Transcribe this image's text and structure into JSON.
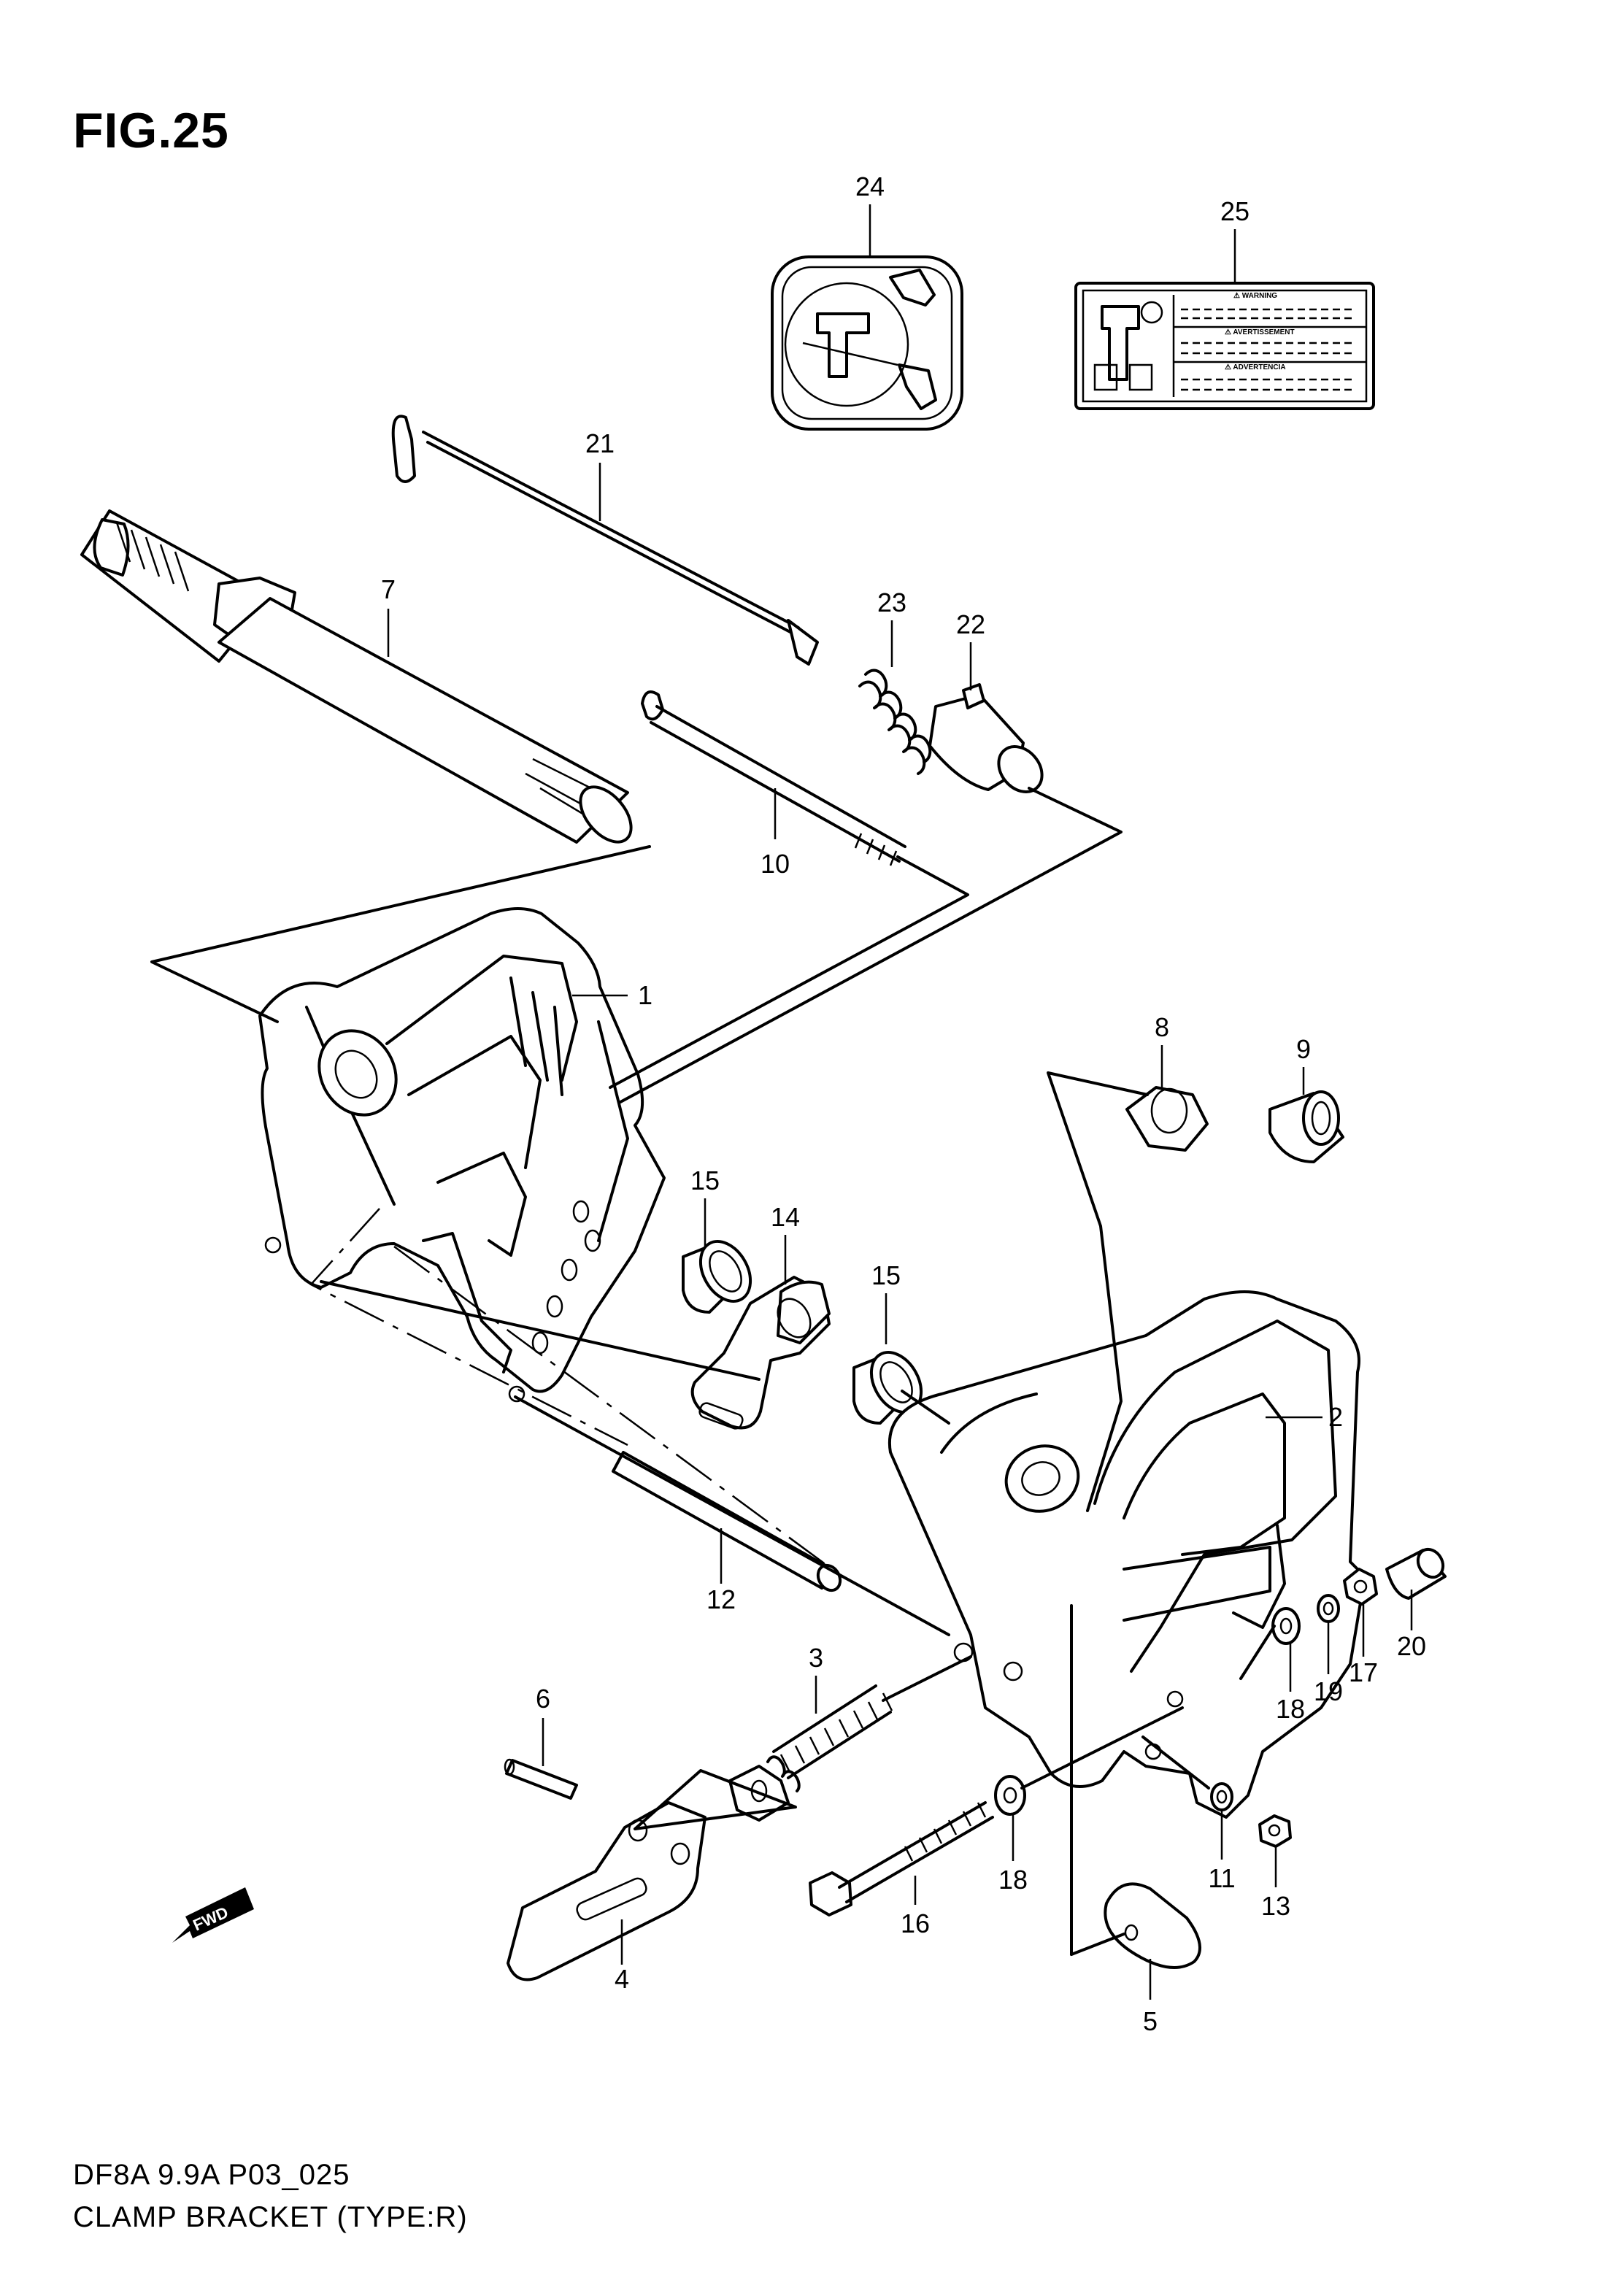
{
  "figure": {
    "title": "FIG.25"
  },
  "footer": {
    "model": "DF8A 9.9A P03_025",
    "caption": "CLAMP BRACKET (TYPE:R)"
  },
  "fwd_arrow": {
    "label": "FWD"
  },
  "labels": {
    "warning": {
      "line1": "⚠ WARNING",
      "line2": "⚠ AVERTISSEMENT",
      "line3": "⚠ ADVERTENCIA"
    }
  },
  "callouts": {
    "c1": "1",
    "c2": "2",
    "c3": "3",
    "c4": "4",
    "c5": "5",
    "c6": "6",
    "c7": "7",
    "c8": "8",
    "c9": "9",
    "c10": "10",
    "c11": "11",
    "c12": "12",
    "c13": "13",
    "c14": "14",
    "c15a": "15",
    "c15b": "15",
    "c16": "16",
    "c17": "17",
    "c18a": "18",
    "c18b": "18",
    "c19": "19",
    "c20": "20",
    "c21": "21",
    "c22": "22",
    "c23": "23",
    "c24": "24",
    "c25": "25"
  }
}
